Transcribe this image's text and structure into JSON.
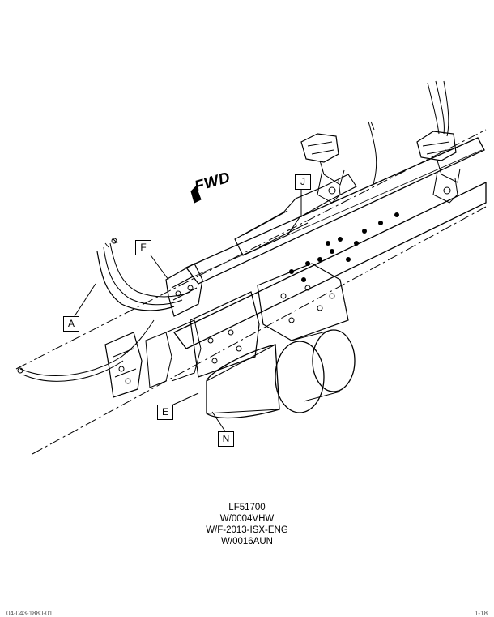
{
  "diagram": {
    "fwd_label": "FWD",
    "callouts": [
      {
        "id": "A",
        "label": "A"
      },
      {
        "id": "E",
        "label": "E"
      },
      {
        "id": "F",
        "label": "F"
      },
      {
        "id": "J",
        "label": "J"
      },
      {
        "id": "N",
        "label": "N"
      }
    ]
  },
  "caption": {
    "lines": [
      "LF51700",
      "W/0004VHW",
      "W/F-2013-ISX-ENG",
      "W/0016AUN"
    ]
  },
  "footer": {
    "left": "04-043-1880-01",
    "right": "1-18"
  },
  "colors": {
    "line": "#000000",
    "background": "#ffffff"
  }
}
